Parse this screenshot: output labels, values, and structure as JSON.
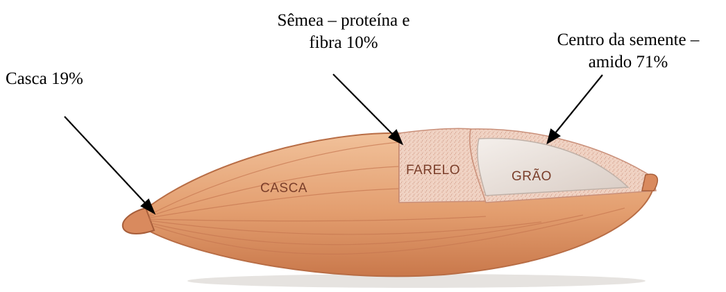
{
  "labels": {
    "casca": "Casca 19%",
    "semea_line1": "Sêmea – proteína e",
    "semea_line2": "fibra 10%",
    "centro_line1": "Centro da semente –",
    "centro_line2": "amido 71%"
  },
  "grain": {
    "casca_text": "CASCA",
    "farelo_text": "FARELO",
    "grao_text": "GRÃO"
  },
  "colors": {
    "husk": "#e8a878",
    "husk_dark": "#c97a4f",
    "bran": "#f2d6c8",
    "kernel": "#e8e1dc",
    "text_on_grain": "#7a3e2a"
  }
}
